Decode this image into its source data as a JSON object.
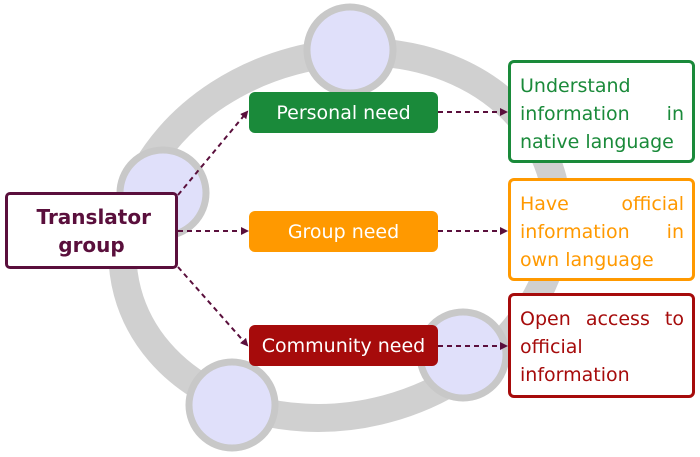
{
  "source": {
    "label": "Translator group"
  },
  "needs": [
    {
      "label": "Personal need",
      "color": "#1a8a3a"
    },
    {
      "label": "Group need",
      "color": "#ff9900"
    },
    {
      "label": "Community need",
      "color": "#a60b0b"
    }
  ],
  "outcomes": [
    {
      "text": "Understand information in native language",
      "color": "#1a8a3a"
    },
    {
      "text": "Have official information in own language",
      "color": "#ff9900"
    },
    {
      "text": "Open access to official information",
      "color": "#a60b0b"
    }
  ],
  "colors": {
    "source_border": "#5a0f3c",
    "arrow": "#5a0f3c",
    "background_ring": "#d0d0d0",
    "background_circle_fill": "#e0e0fa"
  }
}
